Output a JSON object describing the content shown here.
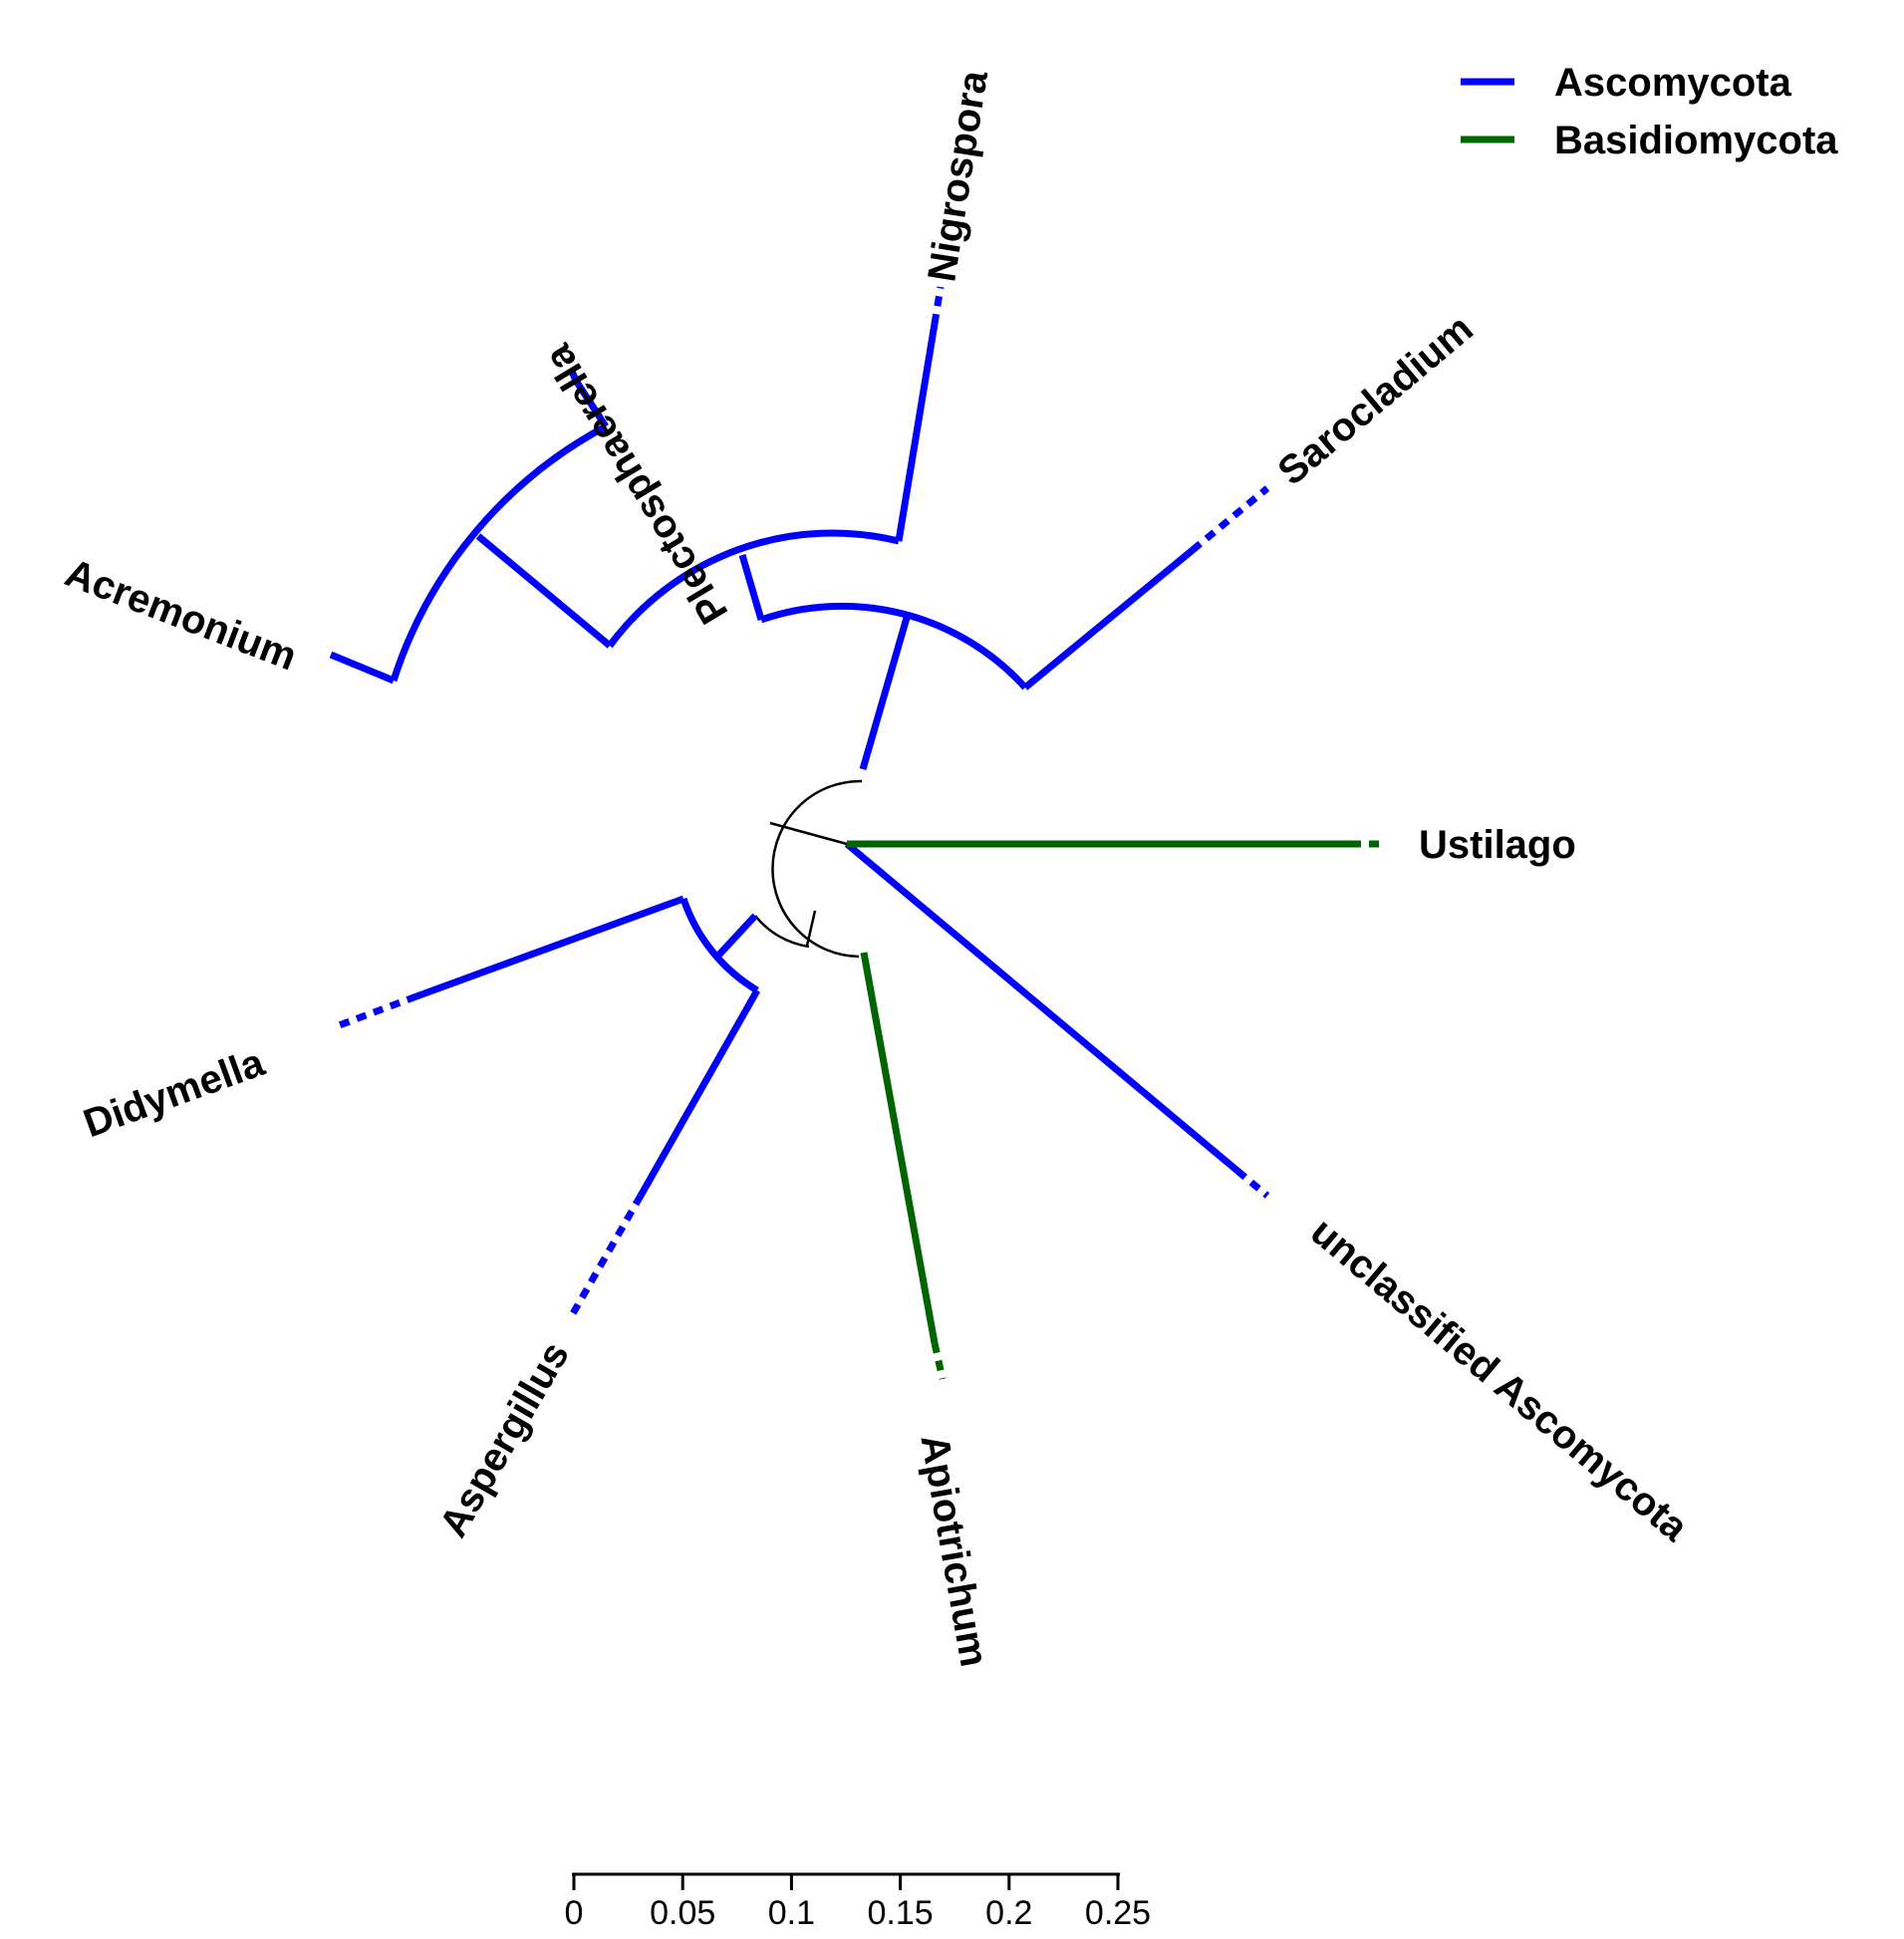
{
  "legend": {
    "items": [
      {
        "label": "Ascomycota",
        "color": "#0000ff"
      },
      {
        "label": "Basidiomycota",
        "color": "#006400"
      }
    ]
  },
  "colors": {
    "ascomycota": "#0000ff",
    "basidiomycota": "#006400",
    "root": "#000000"
  },
  "leaves": [
    {
      "name": "Plectosphaerella",
      "phylum": "Ascomycota"
    },
    {
      "name": "Nigrospora",
      "phylum": "Ascomycota"
    },
    {
      "name": "Sarocladium",
      "phylum": "Ascomycota"
    },
    {
      "name": "Ustilago",
      "phylum": "Basidiomycota"
    },
    {
      "name": "unclassified Ascomycota",
      "phylum": "Ascomycota"
    },
    {
      "name": "Apiotrichum",
      "phylum": "Basidiomycota"
    },
    {
      "name": "Aspergillus",
      "phylum": "Ascomycota"
    },
    {
      "name": "Didymella",
      "phylum": "Ascomycota"
    },
    {
      "name": "Acremonium",
      "phylum": "Ascomycota"
    }
  ],
  "scale_bar": {
    "ticks": [
      "0",
      "0.05",
      "0.1",
      "0.15",
      "0.2",
      "0.25"
    ],
    "range": [
      0,
      0.25
    ]
  }
}
